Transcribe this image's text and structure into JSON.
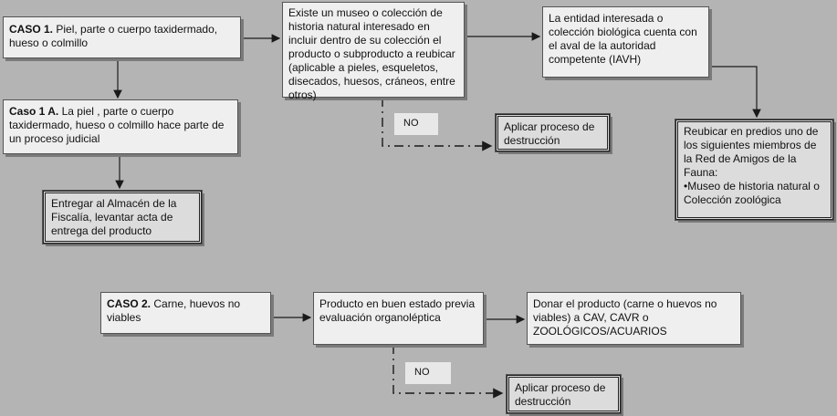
{
  "caso1": {
    "label": "CASO 1.",
    "text": " Piel, parte o cuerpo taxidermado, hueso o colmillo"
  },
  "caso1a": {
    "label": "Caso 1 A.",
    "text": "  La piel , parte o cuerpo taxidermado, hueso o colmillo hace parte de un proceso judicial"
  },
  "entregar": {
    "text": "Entregar al Almacén de la Fiscalía, levantar acta de entrega del producto"
  },
  "museo": {
    "text": "Existe un museo o colección de historia natural interesado en incluir dentro de su colección el producto o subproducto a reubicar (aplicable a pieles, esqueletos, disecados, huesos, cráneos, entre otros)"
  },
  "no1": {
    "text": "NO"
  },
  "destruccion1": {
    "text": "Aplicar proceso de destrucción"
  },
  "entidad": {
    "text": "La entidad interesada o colección biológica cuenta con el aval de la autoridad competente (IAVH)"
  },
  "reubicar": {
    "line1": "Reubicar en predios uno de los siguientes miembros de la Red de Amigos de la Fauna:",
    "line2": "•Museo de historia natural o Colección zoológica"
  },
  "caso2": {
    "label": "CASO 2.",
    "text": " Carne, huevos no viables"
  },
  "producto": {
    "text": "Producto en buen estado previa evaluación organoléptica"
  },
  "donar": {
    "text": "Donar el producto (carne o huevos no viables) a CAV, CAVR o ZOOLÓGICOS/ACUARIOS"
  },
  "no2": {
    "text": "NO"
  },
  "destruccion2": {
    "text": "Aplicar proceso de destrucción"
  },
  "colors": {
    "background": "#b4b4b4",
    "box": "#efefef",
    "line": "#1a1a1a"
  }
}
